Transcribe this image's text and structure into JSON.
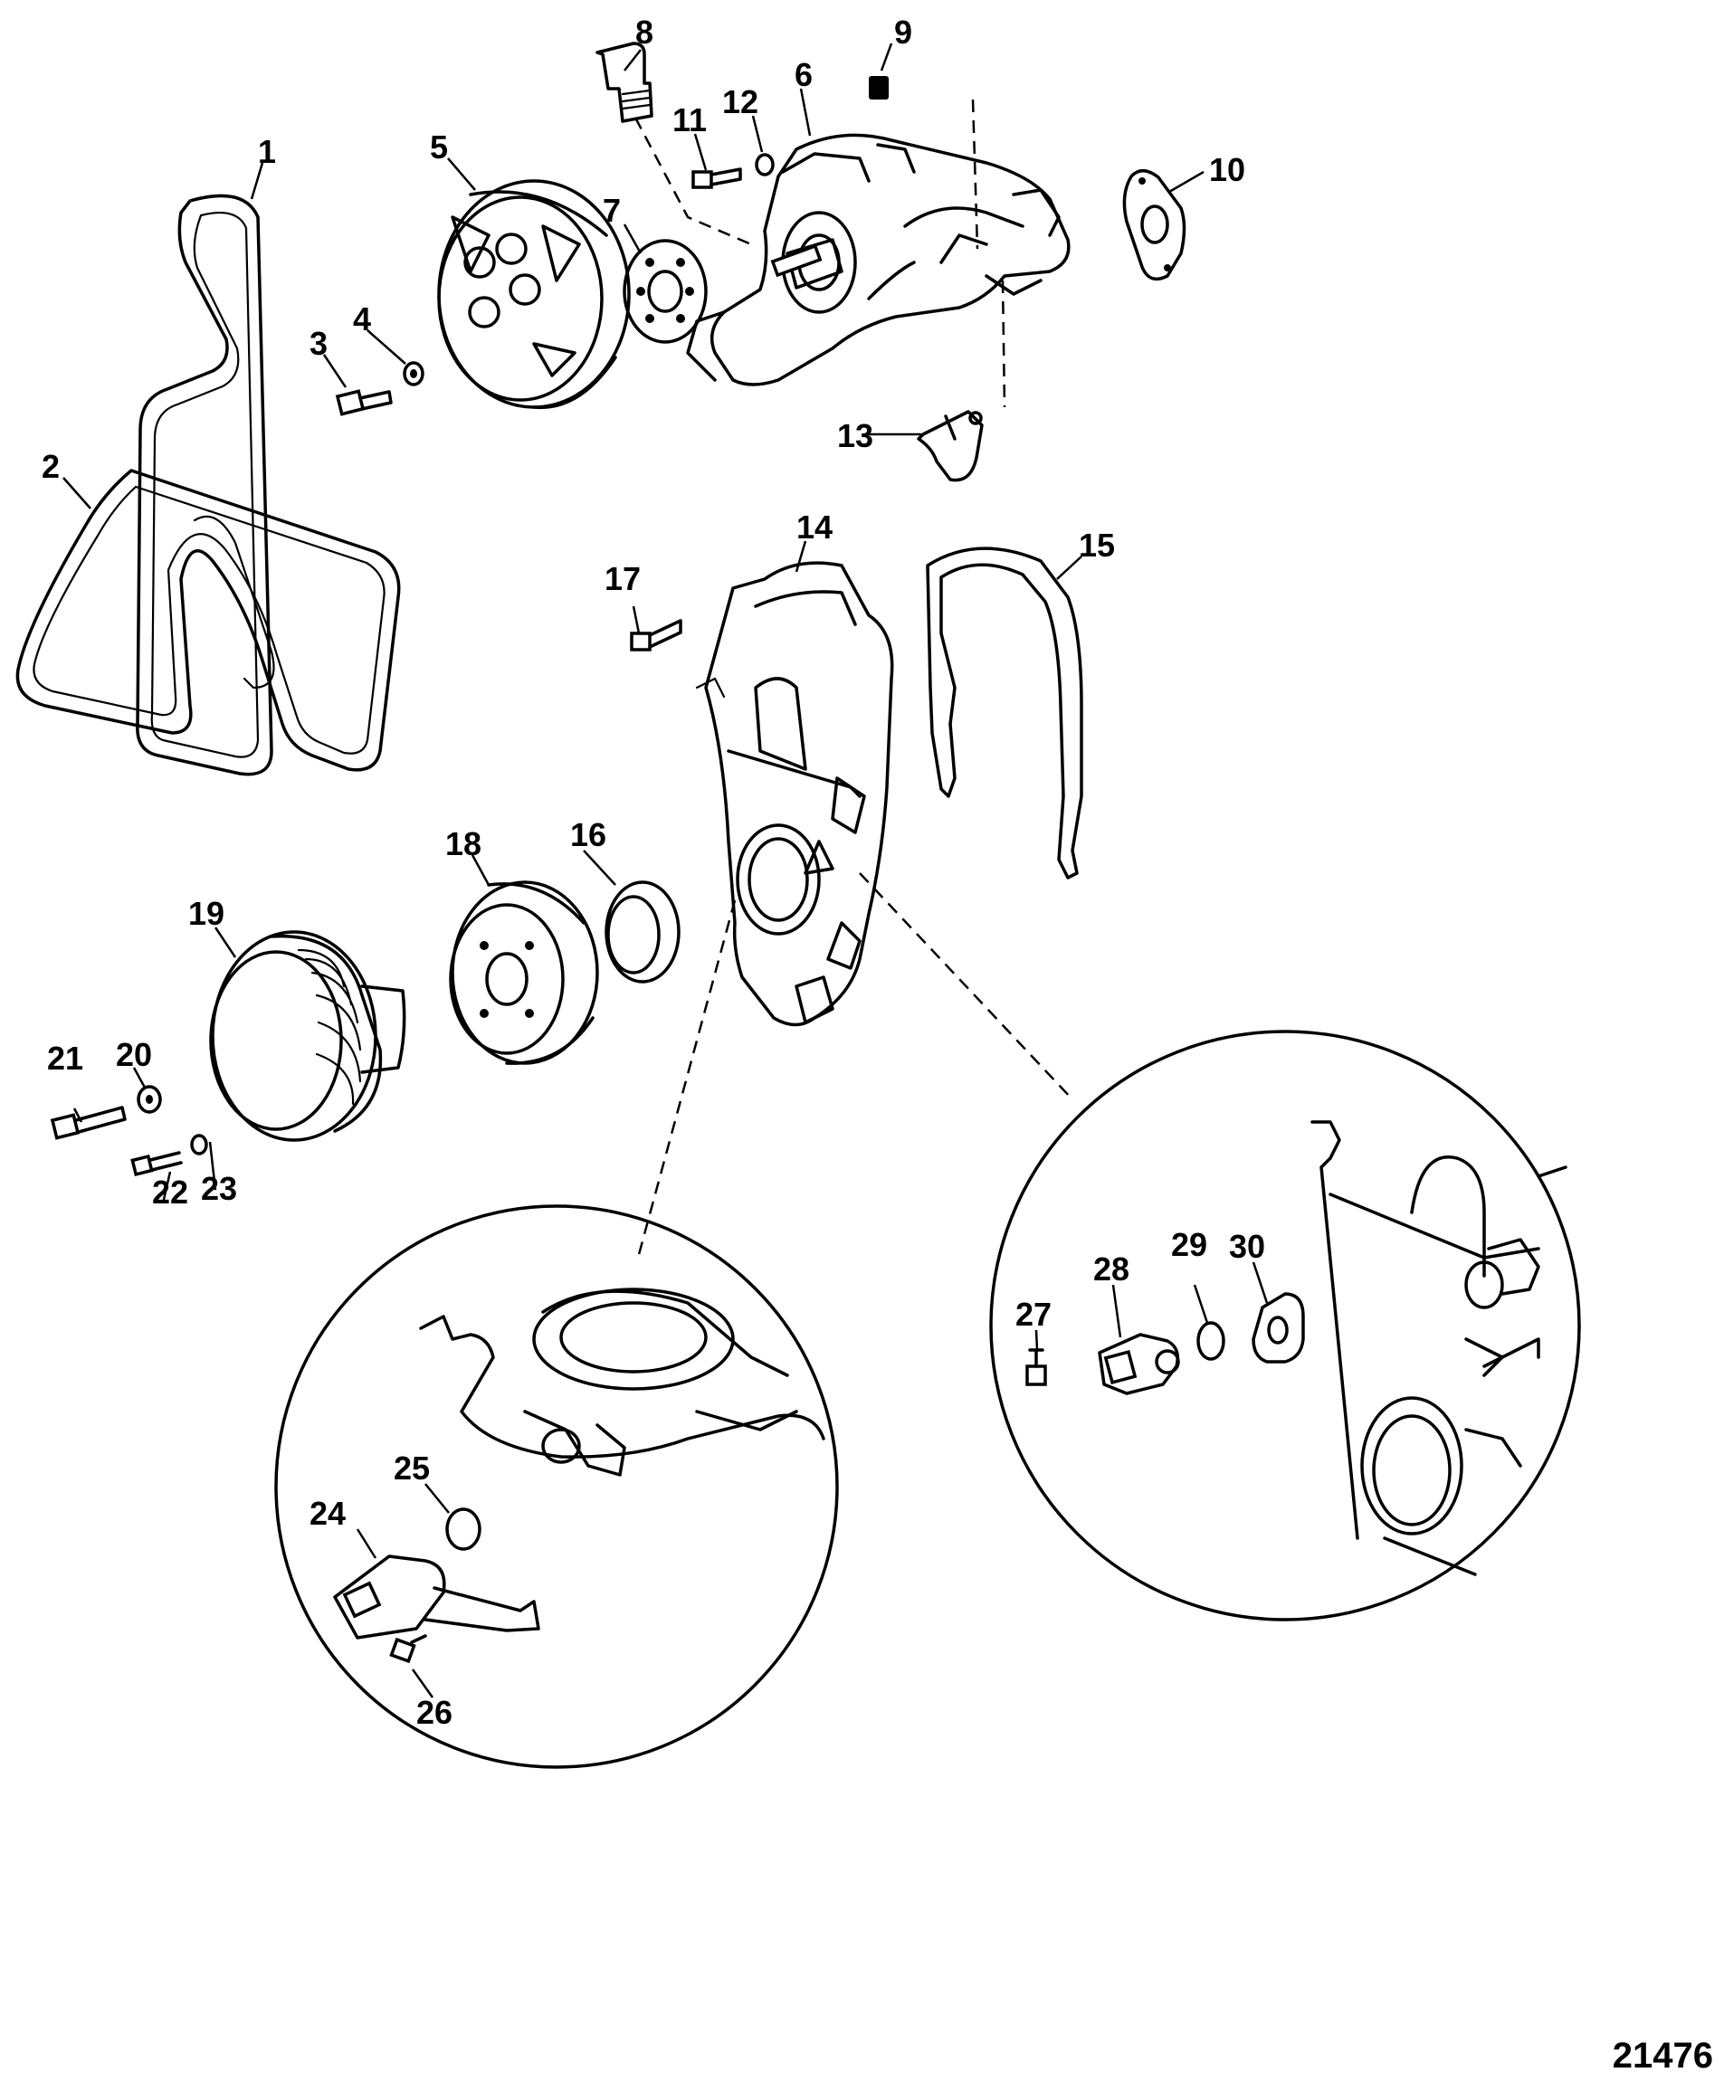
{
  "figure_number": "21476",
  "callouts": [
    "1",
    "2",
    "3",
    "4",
    "5",
    "6",
    "7",
    "8",
    "9",
    "10",
    "11",
    "12",
    "13",
    "14",
    "15",
    "16",
    "17",
    "18",
    "19",
    "20",
    "21",
    "22",
    "23",
    "24",
    "25",
    "26",
    "27",
    "28",
    "29",
    "30"
  ],
  "colors": {
    "line": "#000000",
    "background": "#ffffff"
  }
}
